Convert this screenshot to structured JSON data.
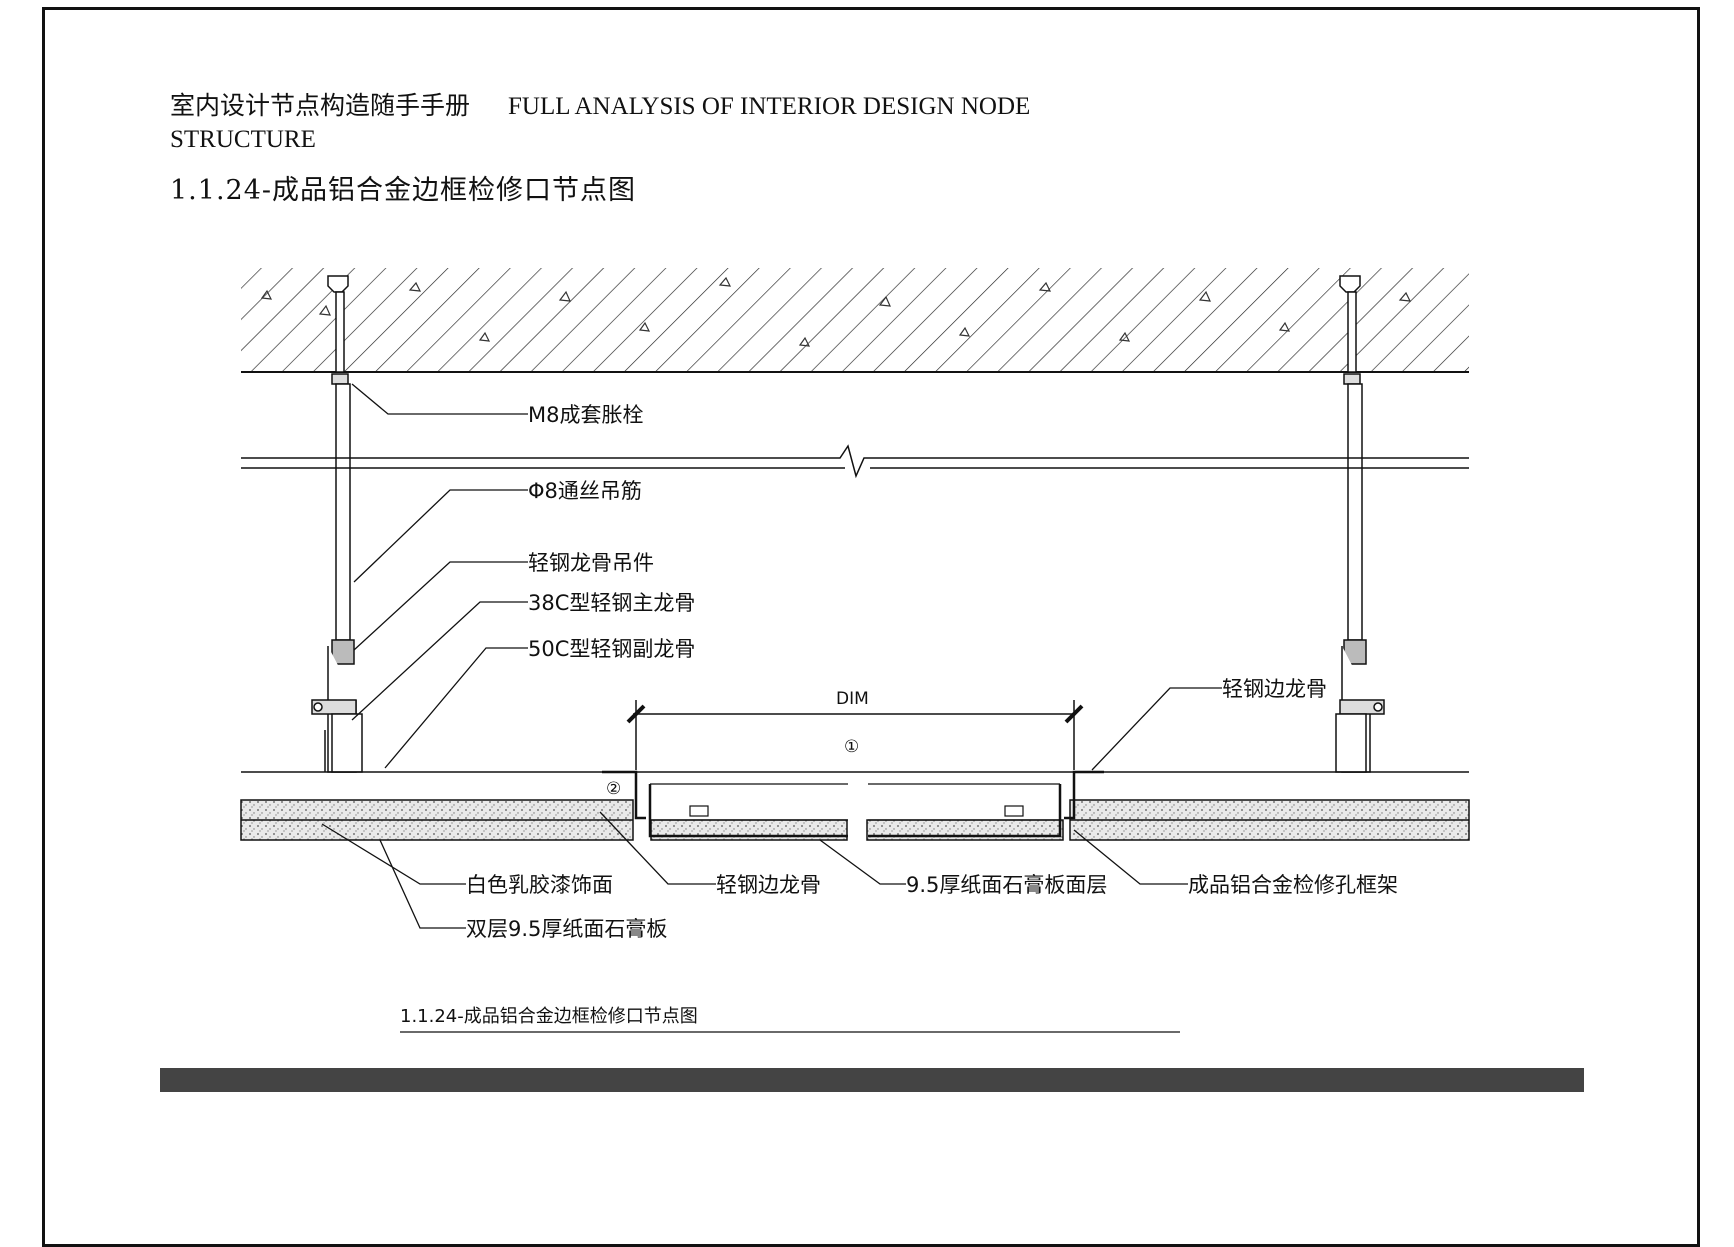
{
  "header": {
    "title_cn": "室内设计节点构造随手手册",
    "title_en": "FULL ANALYSIS OF INTERIOR DESIGN NODE",
    "title_en_2": "STRUCTURE"
  },
  "drawing_title": "1.1.24-成品铝合金边框检修口节点图",
  "labels": {
    "anchor_bolt": "M8成套胀栓",
    "hanger_rod": "Φ8通丝吊筋",
    "hanger_clip": "轻钢龙骨吊件",
    "main_keel": "38C型轻钢主龙骨",
    "secondary_keel": "50C型轻钢副龙骨",
    "edge_keel_right": "轻钢边龙骨",
    "dim_text": "DIM",
    "marker_1": "①",
    "marker_2": "②",
    "paint_finish": "白色乳胶漆饰面",
    "edge_keel_bottom": "轻钢边龙骨",
    "gypsum_face": "9.5厚纸面石膏板面层",
    "access_frame": "成品铝合金检修孔框架",
    "double_gypsum": "双层9.5厚纸面石膏板"
  },
  "caption": "1.1.24-成品铝合金边框检修口节点图"
}
